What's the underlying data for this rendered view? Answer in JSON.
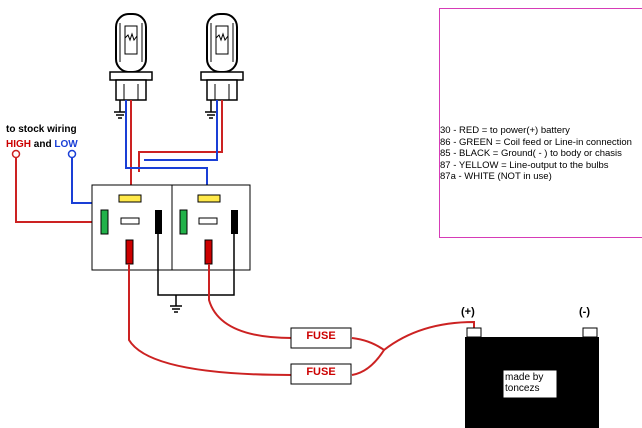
{
  "stock_wiring": {
    "title": "to stock wiring",
    "high": "HIGH",
    "and": "and",
    "low": "LOW"
  },
  "legend": {
    "lines": [
      "30 - RED = to power(+) battery",
      "86 - GREEN = Coil feed or Line-in connection",
      "85 - BLACK = Ground( - ) to body or chasis",
      "87 - YELLOW = Line-output to the bulbs",
      "87a - WHITE (NOT in use)"
    ]
  },
  "fuses": {
    "fuse1": "FUSE",
    "fuse2": "FUSE"
  },
  "battery": {
    "positive": "(+)",
    "negative": "(-)",
    "credit": "made by toncezs"
  },
  "colors": {
    "red_wire": "#cc2222",
    "blue_wire": "#1a3fd6",
    "terminal_red": "#cc0000",
    "terminal_green": "#22b24a",
    "terminal_black": "#000000",
    "terminal_yellow": "#ffe94a",
    "legend_border": "#d63bb7"
  },
  "icons": [
    "hid-bulb-icon",
    "relay-icon",
    "fuse-icon",
    "battery-icon",
    "ground-icon"
  ]
}
